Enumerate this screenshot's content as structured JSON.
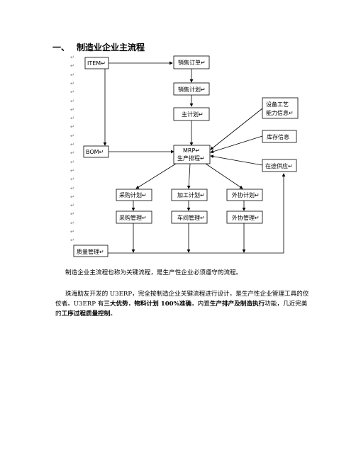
{
  "heading": {
    "number": "一、",
    "title": "制造业企业主流程"
  },
  "flowchart": {
    "item": "ITEM↵",
    "sales_order": "销售订单↵",
    "sales_plan": "销售计划↵",
    "master_plan": "主计划↵",
    "bom": "BOM↵",
    "mrp_line1": "MRP↵",
    "mrp_line2": "生产排程↵",
    "equipment_line1": "设备工艺",
    "equipment_line2": "能力信息↵",
    "inventory": "库存信息",
    "in_transit": "在途供应↵",
    "purchase_plan": "采购计划↵",
    "process_plan": "加工计划↵",
    "outsource_plan": "外协计划↵",
    "purchase_mgmt": "采购管理↵",
    "workshop_mgmt": "车间管理↵",
    "outsource_mgmt": "外协管理↵",
    "quality_mgmt": "质量管理↵"
  },
  "return_mark": "↵",
  "caption": "制造企业主流程也称为关键流程，是生产性企业必须遵守的流程。",
  "paragraph": {
    "t1": "珠海助友开发的 U3ERP，完全按制造企业关键流程进行设计，是生产性企业管理工具的佼佼者。U3ERP 有",
    "b1": "三大优势",
    "t2": "，",
    "b2": "物料计划 100%准确",
    "t3": "，内置",
    "b3": "生产排产及制造执行",
    "t4": "功能，几近完美的",
    "b4": "工序过程质量控制",
    "t5": "。"
  }
}
